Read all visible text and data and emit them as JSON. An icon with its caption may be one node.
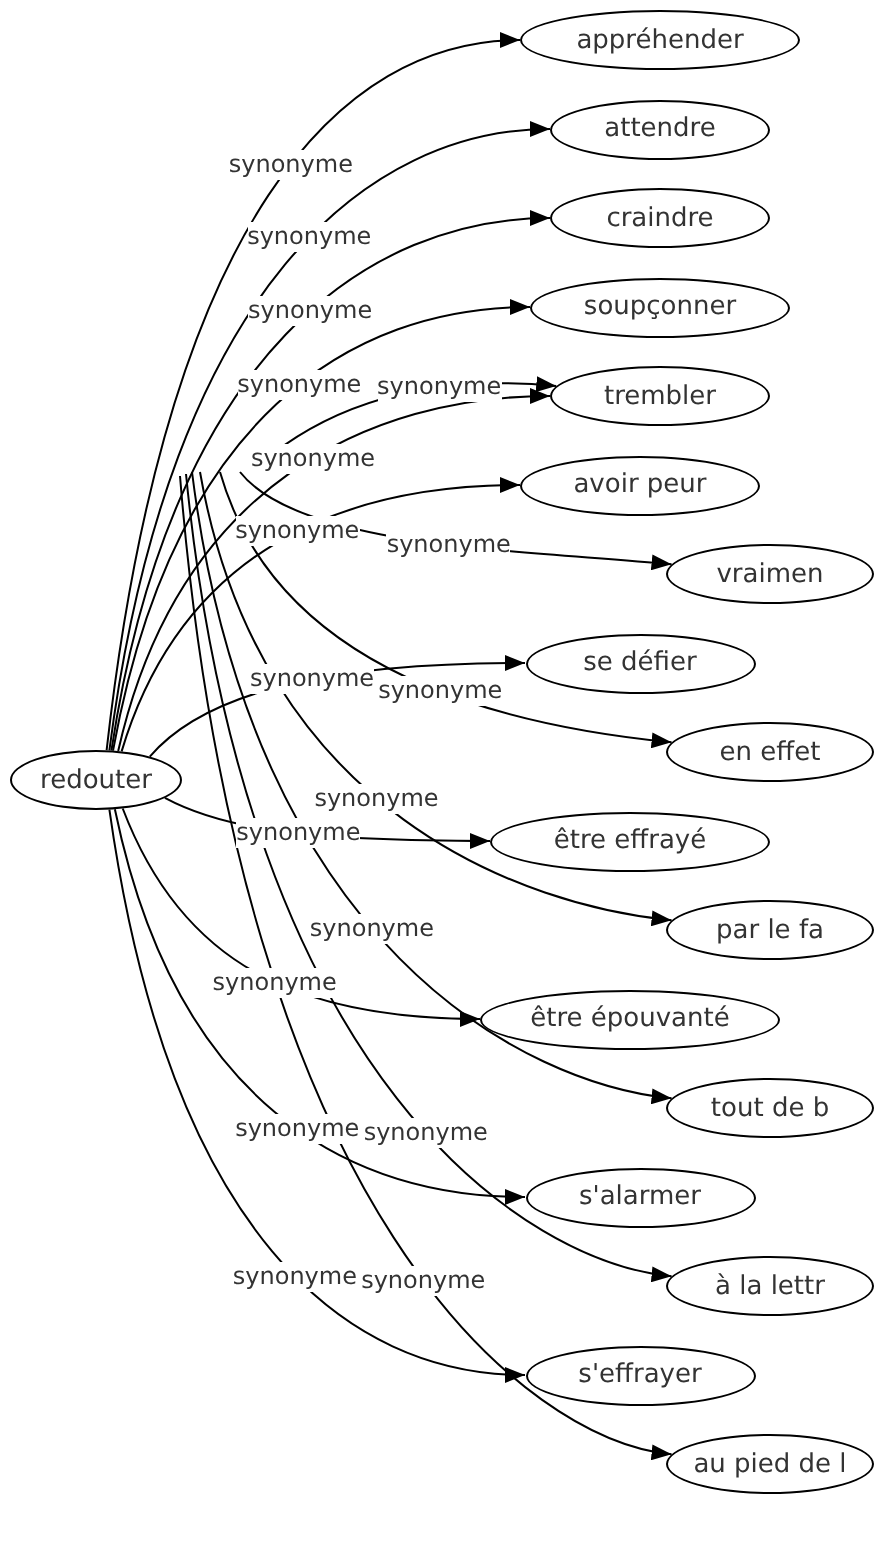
{
  "diagram": {
    "nodes": [
      {
        "text": [
          "redouter"
        ]
      },
      {
        "text": [
          "appréhender"
        ]
      },
      {
        "text": [
          "attendre"
        ]
      },
      {
        "text": [
          "craindre"
        ]
      },
      {
        "text": [
          "soupçonner"
        ]
      },
      {
        "text": [
          "trembler"
        ]
      },
      {
        "text": [
          "avoir peur"
        ]
      },
      {
        "text": [
          "se défier"
        ]
      },
      {
        "text": [
          "être effrayé"
        ]
      },
      {
        "text": [
          "être épouvanté"
        ]
      },
      {
        "text": [
          "s'alarmer"
        ]
      },
      {
        "text": [
          "s'effrayer"
        ]
      },
      {
        "text": [
          "vraimen"
        ]
      },
      {
        "text": [
          "en effet"
        ]
      },
      {
        "text": [
          "par le fa"
        ]
      },
      {
        "text": [
          "tout de b"
        ]
      },
      {
        "text": [
          "à la lettr"
        ]
      },
      {
        "text": [
          "au pied de l"
        ]
      }
    ],
    "edges": [
      {
        "from": 0,
        "to": 1,
        "arrow": "to",
        "label": "synonyme"
      },
      {
        "from": 0,
        "to": 2,
        "arrow": "to",
        "label": "synonyme"
      },
      {
        "from": 0,
        "to": 3,
        "arrow": "to",
        "label": "synonyme"
      },
      {
        "from": 0,
        "to": 4,
        "arrow": "to",
        "label": "synonyme"
      },
      {
        "from": 0,
        "to": 5,
        "arrow": "to",
        "label": "synonyme"
      },
      {
        "from": 0,
        "to": 6,
        "arrow": "to",
        "label": "synonyme"
      },
      {
        "from": 0,
        "to": 7,
        "arrow": "to",
        "label": "synonyme"
      },
      {
        "from": 0,
        "to": 8,
        "arrow": "to",
        "label": "synonyme"
      },
      {
        "from": 0,
        "to": 9,
        "arrow": "to",
        "label": "synonyme"
      },
      {
        "from": 0,
        "to": 10,
        "arrow": "to",
        "label": "synonyme"
      },
      {
        "from": 0,
        "to": 11,
        "arrow": "to",
        "label": "synonyme"
      },
      {
        "from": null,
        "to": 5,
        "arrow": "to",
        "label": "synonyme"
      },
      {
        "from": null,
        "to": 12,
        "arrow": "to",
        "label": "synonyme"
      },
      {
        "from": null,
        "to": 13,
        "arrow": "to",
        "label": "synonyme"
      },
      {
        "from": null,
        "to": 14,
        "arrow": "to",
        "label": "synonyme"
      },
      {
        "from": null,
        "to": 15,
        "arrow": "to",
        "label": "synonyme"
      },
      {
        "from": null,
        "to": 16,
        "arrow": "to",
        "label": "synonyme"
      },
      {
        "from": null,
        "to": 17,
        "arrow": "to",
        "label": "synonyme"
      }
    ]
  }
}
